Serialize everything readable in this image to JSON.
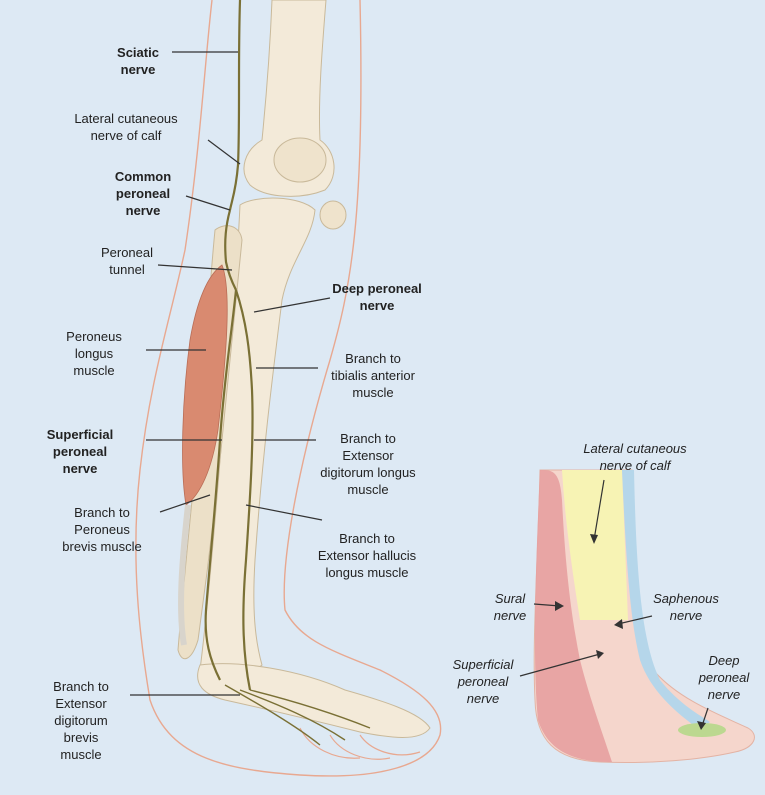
{
  "leg_labels": {
    "sciatic": "Sciatic\nnerve",
    "lateral_cutaneous": "Lateral cutaneous\nnerve of calf",
    "common_peroneal": "Common\nperoneal\nnerve",
    "peroneal_tunnel": "Peroneal\ntunnel",
    "deep_peroneal": "Deep peroneal\nnerve",
    "peroneus_longus": "Peroneus\nlongus\nmuscle",
    "branch_tibialis": "Branch to\ntibialis anterior\nmuscle",
    "superficial_peroneal": "Superficial\nperoneal\nnerve",
    "branch_edl": "Branch to\nExtensor\ndigitorum longus\nmuscle",
    "branch_peroneus_brevis": "Branch to\nPeroneus\nbrevis muscle",
    "branch_ehl": "Branch to\nExtensor hallucis\nlongus muscle",
    "branch_edb": "Branch to\nExtensor\ndigitorum\nbrevis\nmuscle"
  },
  "foot_labels": {
    "lateral_cutaneous": "Lateral cutaneous\nnerve of calf",
    "sural": "Sural\nnerve",
    "saphenous": "Saphenous\nnerve",
    "superficial_peroneal": "Superficial\nperoneal\nnerve",
    "deep_peroneal": "Deep\nperoneal\nnerve"
  },
  "colors": {
    "background": "#dde9f4",
    "skin_outline": "#e8a890",
    "bone": "#f3ead9",
    "bone_shadow": "#dccdb4",
    "nerve": "#7a7035",
    "muscle": "#d98a70",
    "sural_zone": "#e7a0a0",
    "lateral_cutaneous_zone": "#f7f3b4",
    "saphenous_zone": "#b5d6ea",
    "superficial_zone": "#f5d6cc",
    "deep_zone": "#bcd890"
  }
}
